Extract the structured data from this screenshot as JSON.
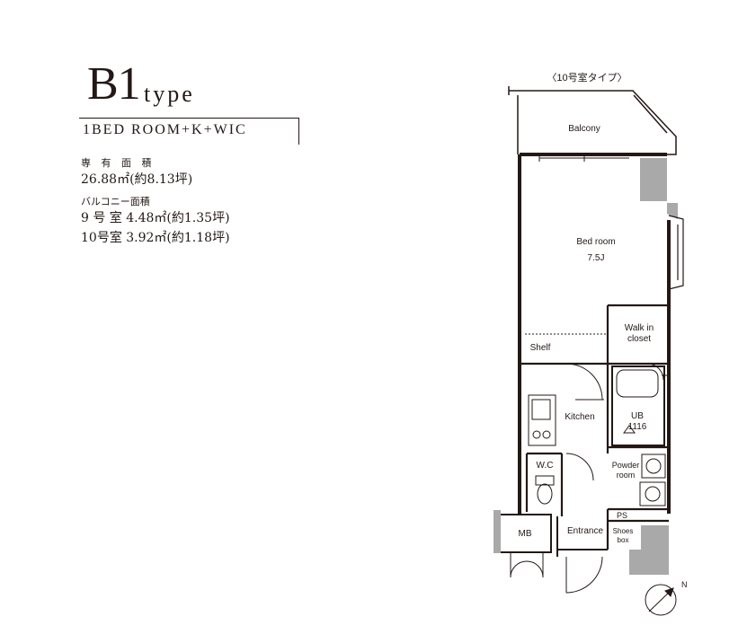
{
  "header": {
    "type_code": "B1",
    "type_word": "type",
    "layout": "1BED ROOM+K+WIC"
  },
  "areas": {
    "floor_area_label": "専 有 面 積",
    "floor_area_value": "26.88㎡(約8.13坪)",
    "balcony_label": "バルコニー面積",
    "room9": "9 号 室 4.48㎡(約1.35坪)",
    "room10": "10号室 3.92㎡(約1.18坪)"
  },
  "plan": {
    "caption": "〈10号室タイプ〉",
    "rooms": {
      "balcony": "Balcony",
      "bedroom": "Bed room",
      "bedroom_size": "7.5J",
      "walkin_1": "Walk in",
      "walkin_2": "closet",
      "shelf": "Shelf",
      "kitchen": "Kitchen",
      "ub": "UB",
      "ub_size": "1116",
      "wc": "W.C",
      "powder_1": "Powder",
      "powder_2": "room",
      "ps": "PS",
      "mb": "MB",
      "entrance": "Entrance",
      "shoes_1": "Shoes",
      "shoes_2": "box"
    },
    "compass": "N"
  }
}
